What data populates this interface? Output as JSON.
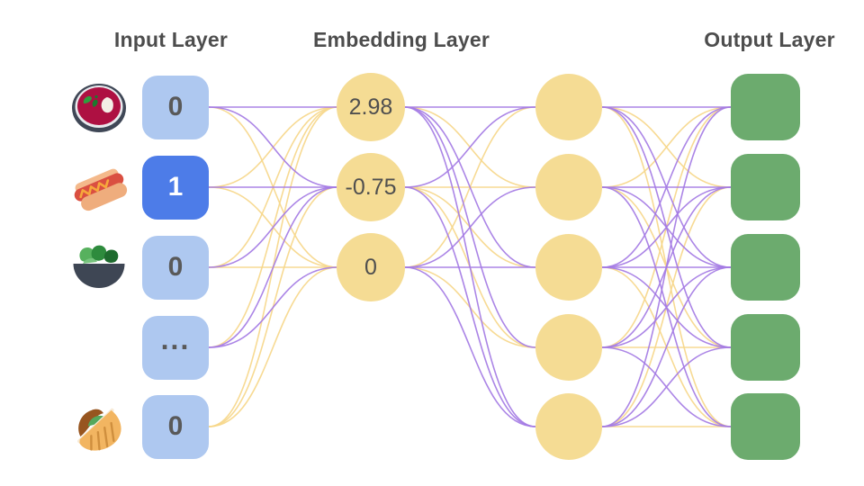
{
  "headers": {
    "input": "Input Layer",
    "embedding": "Embedding Layer",
    "output": "Output Layer"
  },
  "input_layer": {
    "nodes": [
      {
        "value": "0",
        "icon": "borscht-soup",
        "active": false
      },
      {
        "value": "1",
        "icon": "hot-dog",
        "active": true
      },
      {
        "value": "0",
        "icon": "green-salad",
        "active": false
      },
      {
        "value": "...",
        "icon": "",
        "active": false
      },
      {
        "value": "0",
        "icon": "stuffed-flatbread",
        "active": false
      }
    ]
  },
  "embedding_layer": {
    "nodes": [
      {
        "value": "2.98"
      },
      {
        "value": "-0.75"
      },
      {
        "value": "0"
      }
    ]
  },
  "hidden_layer": {
    "node_count": 5
  },
  "output_layer": {
    "node_count": 5
  },
  "colors": {
    "purple_edge": "#a47be4",
    "gold_edge": "#f6d78a",
    "node_yellow": "#f5dc94",
    "input_blue": "#aec8f0",
    "active_blue": "#4d7ce8",
    "output_green": "#6cab6e",
    "header_text": "#4d4d4d",
    "value_text": "#4f4f4f"
  },
  "edges": {
    "input_to_embedding": [
      "PPY",
      "YPY",
      "YPY",
      "YPP",
      "YYY"
    ],
    "embedding_to_hidden": [
      "PYPPP",
      "PYYYP",
      "YPPYP"
    ],
    "hidden_to_output": [
      "PYPPY",
      "YPPYP",
      "PPPPY",
      "YPPYP",
      "PYPPY"
    ]
  }
}
